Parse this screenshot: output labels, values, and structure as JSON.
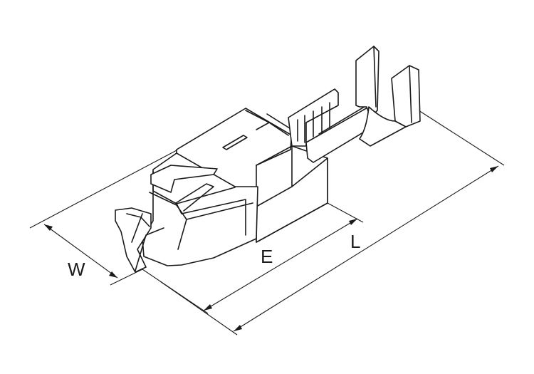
{
  "labels": {
    "width": "W",
    "engagement": "E",
    "length": "L"
  },
  "colors": {
    "line": "#1a1a1a",
    "background": "#ffffff"
  }
}
